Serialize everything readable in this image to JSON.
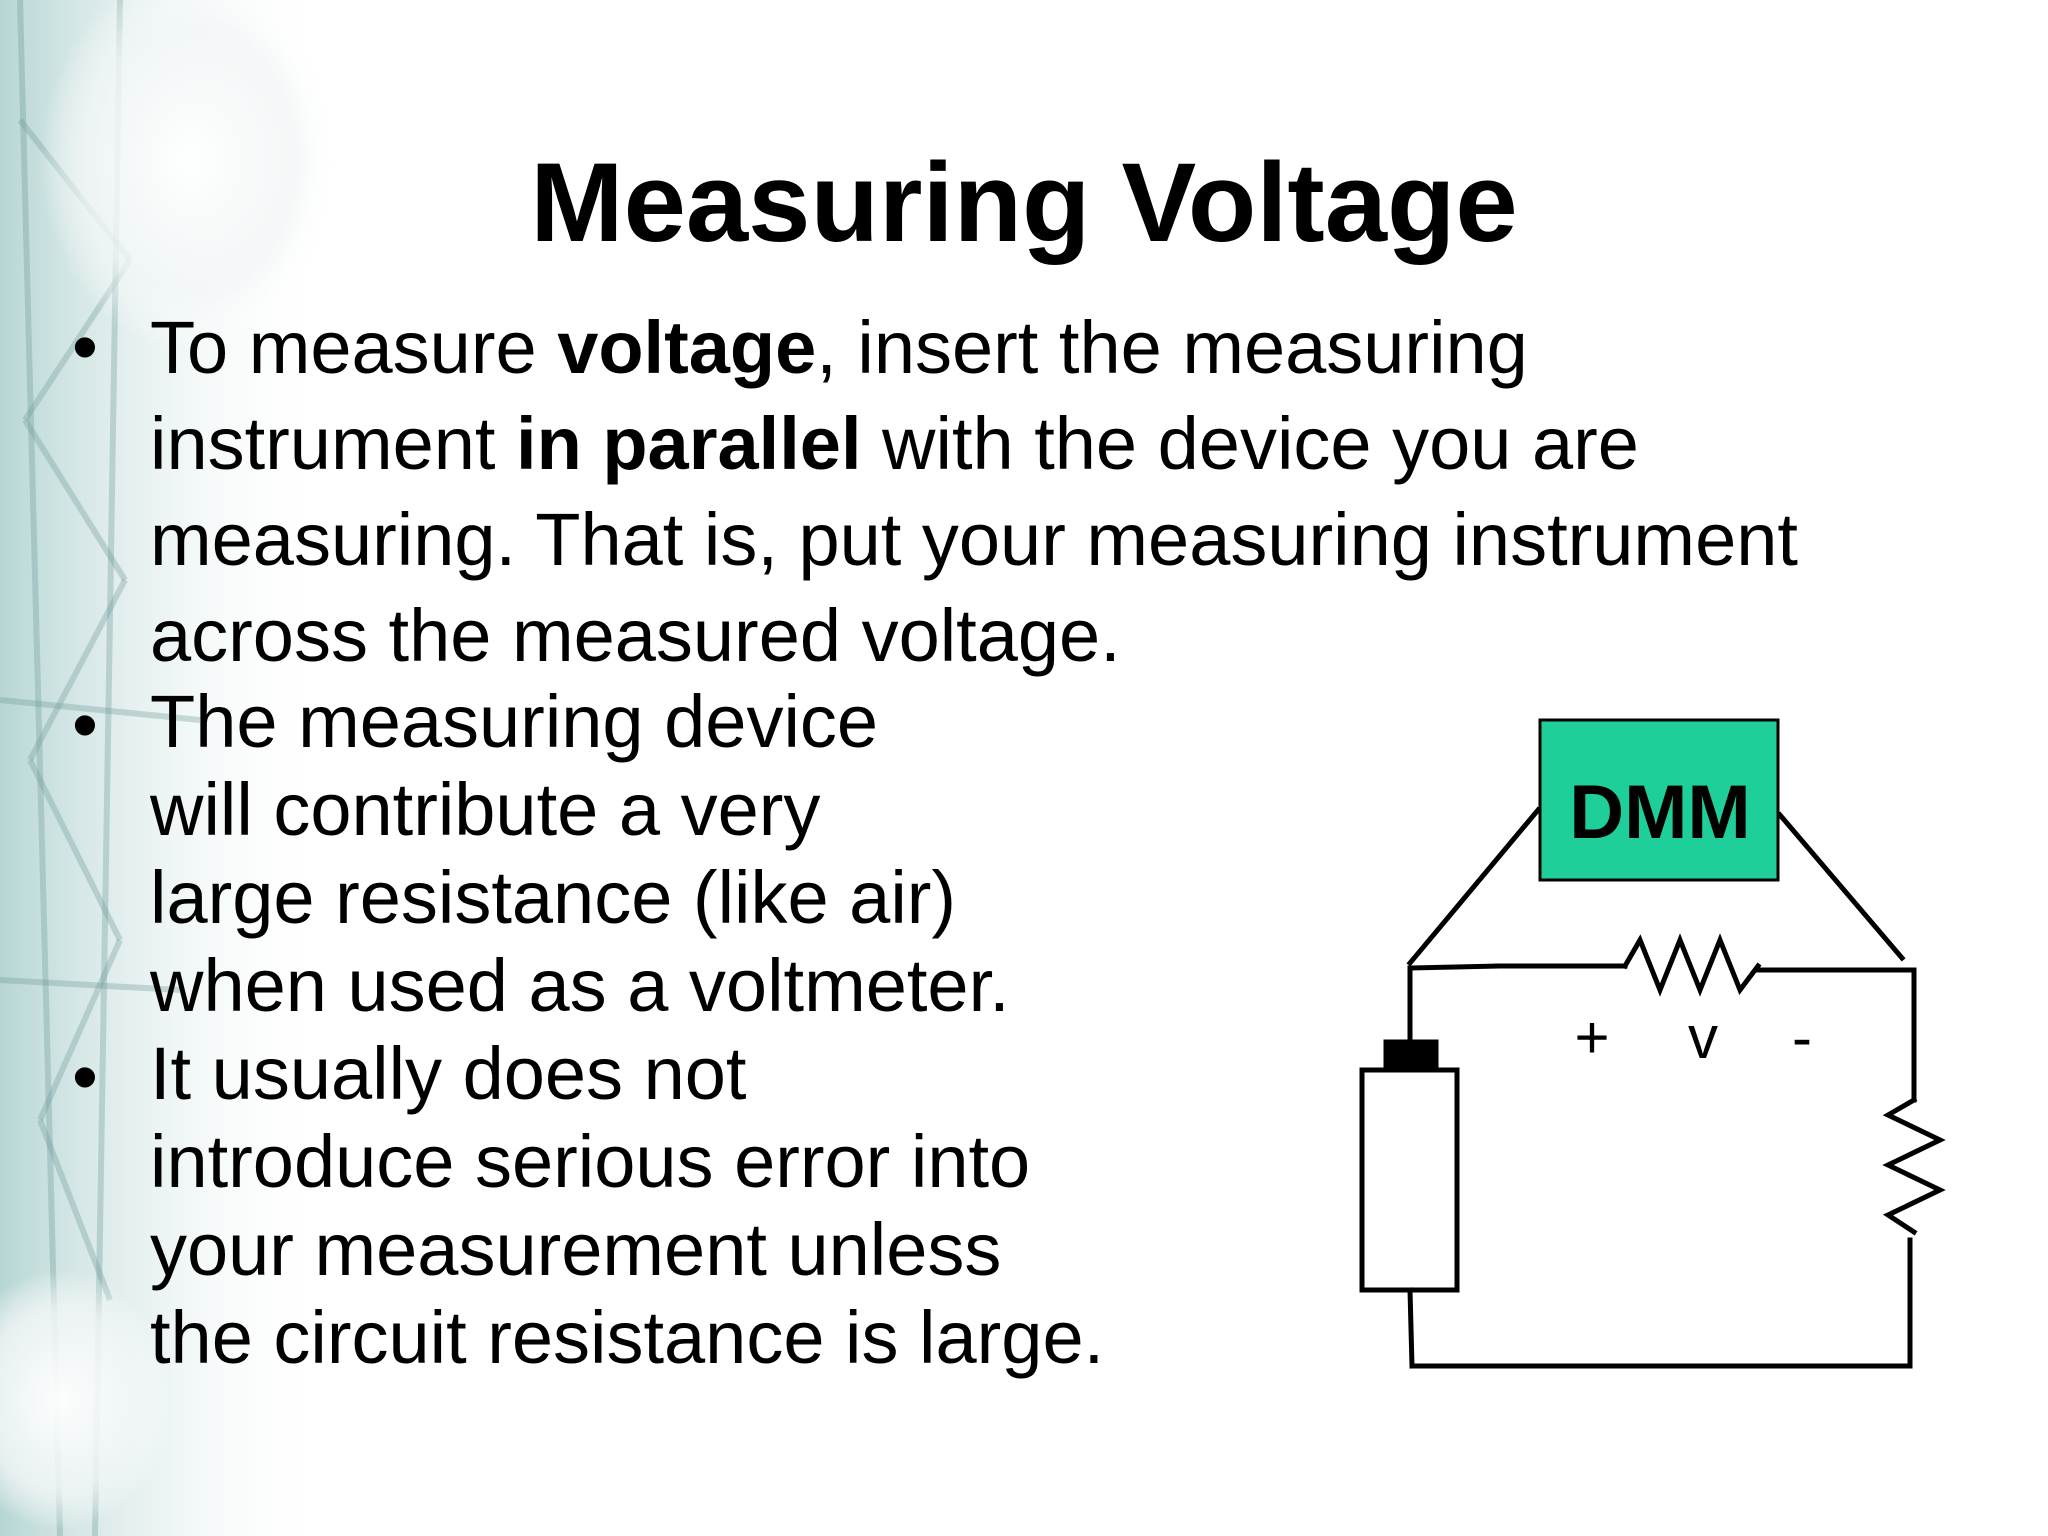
{
  "slide": {
    "title": "Measuring Voltage",
    "bullet_char": "•",
    "bullet1": {
      "line1_pre": "To measure ",
      "line1_bold": "voltage",
      "line1_post": ", insert the measuring",
      "line2_pre": "instrument ",
      "line2_bold": "in parallel",
      "line2_post": " with the device you are",
      "line3": "measuring.  That is, put your measuring instrument",
      "line4": "across the measured voltage."
    },
    "bullet2": {
      "lines": [
        "The measuring device",
        "will contribute a very",
        "large resistance (like air)",
        "when used as a voltmeter."
      ]
    },
    "bullet3": {
      "lines": [
        "It usually does not",
        "introduce serious error into",
        "your measurement unless",
        "the circuit resistance is large."
      ]
    }
  },
  "circuit": {
    "meter_label": "DMM",
    "meter_color": "#1fcf9a",
    "plus_label": "+",
    "v_label": "v",
    "minus_label": "-"
  }
}
